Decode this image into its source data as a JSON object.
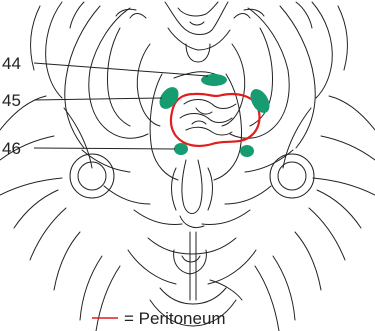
{
  "callouts": [
    {
      "label": "44"
    },
    {
      "label": "45"
    },
    {
      "label": "46"
    }
  ],
  "legend": {
    "text": "= Peritoneum"
  },
  "colors": {
    "lymph_node_region": "#169c70",
    "peritoneum_line": "#e21d1d",
    "outline": "#222222",
    "background": "#ffffff"
  }
}
